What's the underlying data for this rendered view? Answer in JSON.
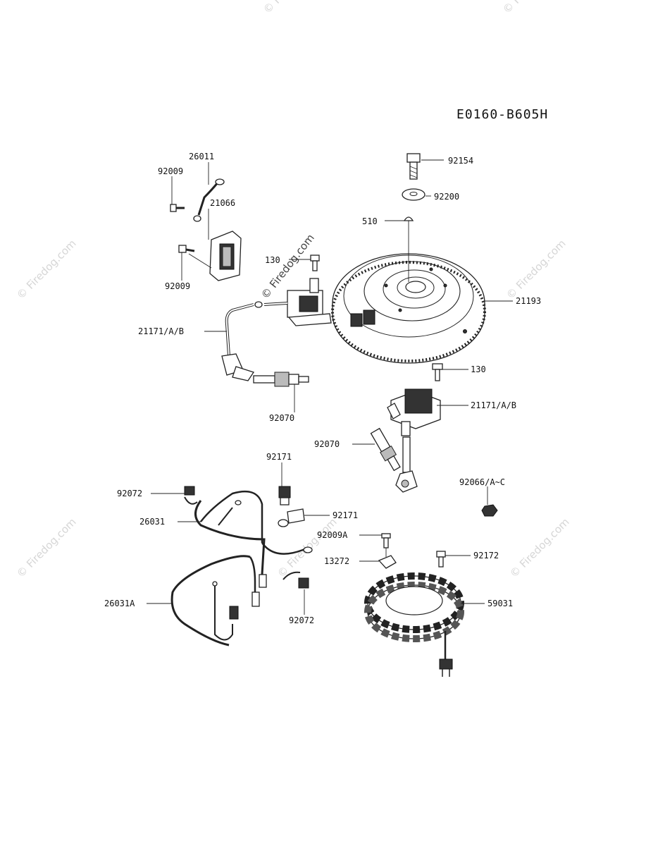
{
  "diagram": {
    "code": "E0160-B605H",
    "watermark": "© Firedog.com",
    "parts": {
      "p92154": "92154",
      "p92200": "92200",
      "p510": "510",
      "p21193": "21193",
      "p130a": "130",
      "p130b": "130",
      "p26011": "26011",
      "p92009a": "92009",
      "p21066": "21066",
      "p92009b": "92009",
      "p21171a": "21171/A/B",
      "p21171b": "21171/A/B",
      "p92070a": "92070",
      "p92070b": "92070",
      "p92171a": "92171",
      "p92171b": "92171",
      "p92072a": "92072",
      "p92072b": "92072",
      "p26031": "26031",
      "p26031A": "26031A",
      "p92009A": "92009A",
      "p13272": "13272",
      "p92172": "92172",
      "p92066": "92066/A~C",
      "p59031": "59031"
    }
  }
}
